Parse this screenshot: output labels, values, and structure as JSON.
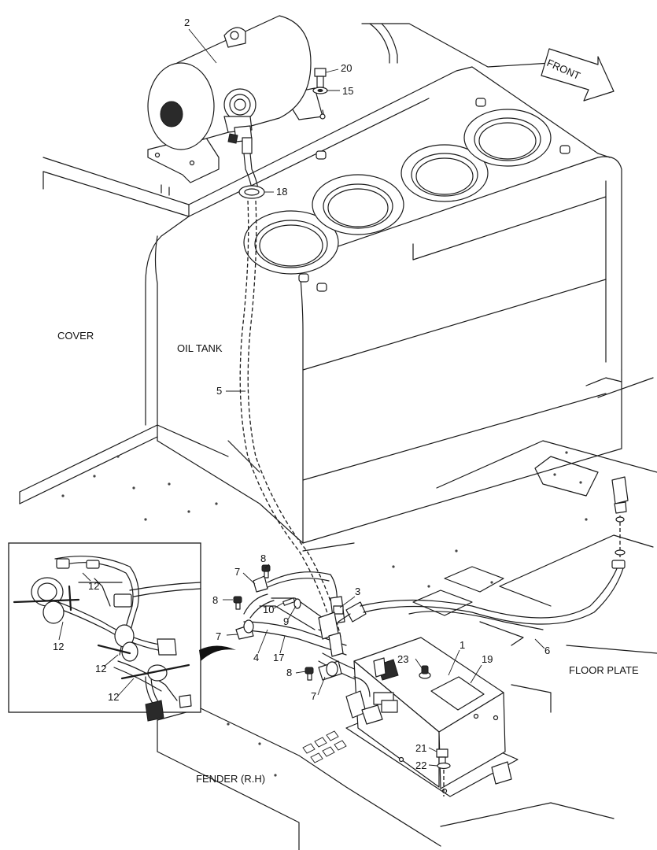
{
  "diagram": {
    "area_labels": {
      "cover": "COVER",
      "oil_tank": "OIL TANK",
      "floor_plate": "FLOOR PLATE",
      "fender": "FENDER (R.H)",
      "front": "FRONT"
    },
    "callouts": {
      "c1": "1",
      "c2": "2",
      "c3": "3",
      "c4": "4",
      "c5": "5",
      "c6": "6",
      "c7a": "7",
      "c7b": "7",
      "c7c": "7",
      "c8a": "8",
      "c8b": "8",
      "c8c": "8",
      "c9": "9",
      "c10": "10",
      "c12a": "12",
      "c12b": "12",
      "c12c": "12",
      "c12d": "12",
      "c15": "15",
      "c17": "17",
      "c18": "18",
      "c19": "19",
      "c20": "20",
      "c21": "21",
      "c22": "22",
      "c23": "23"
    }
  }
}
